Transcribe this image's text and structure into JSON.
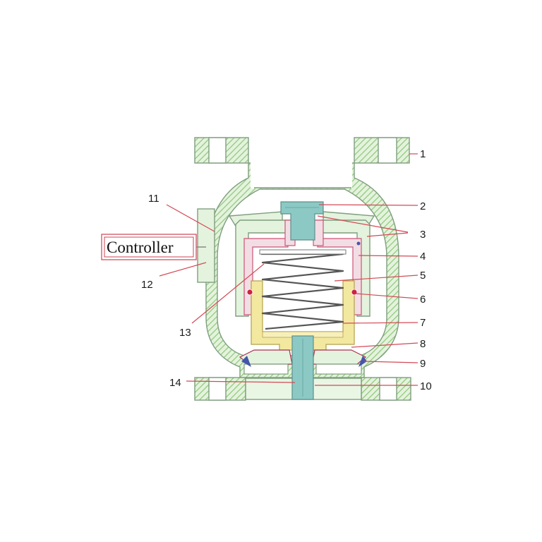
{
  "controller": {
    "label": "Controller"
  },
  "callouts": [
    "1",
    "2",
    "3",
    "4",
    "5",
    "6",
    "7",
    "8",
    "9",
    "10",
    "11",
    "12",
    "13",
    "14"
  ],
  "colors": {
    "body_fill": "#e4f3dd",
    "body_hatch": "#8fc77a",
    "outline": "#7f9e7f",
    "piston_fill": "#f3e8a0",
    "sleeve_fill": "#f3dde4",
    "sleeve_stroke": "#cc5577",
    "stem_fill": "#8cc9c4",
    "leader": "#d44a55",
    "seal": "#cc2244",
    "spring": "#555555"
  }
}
